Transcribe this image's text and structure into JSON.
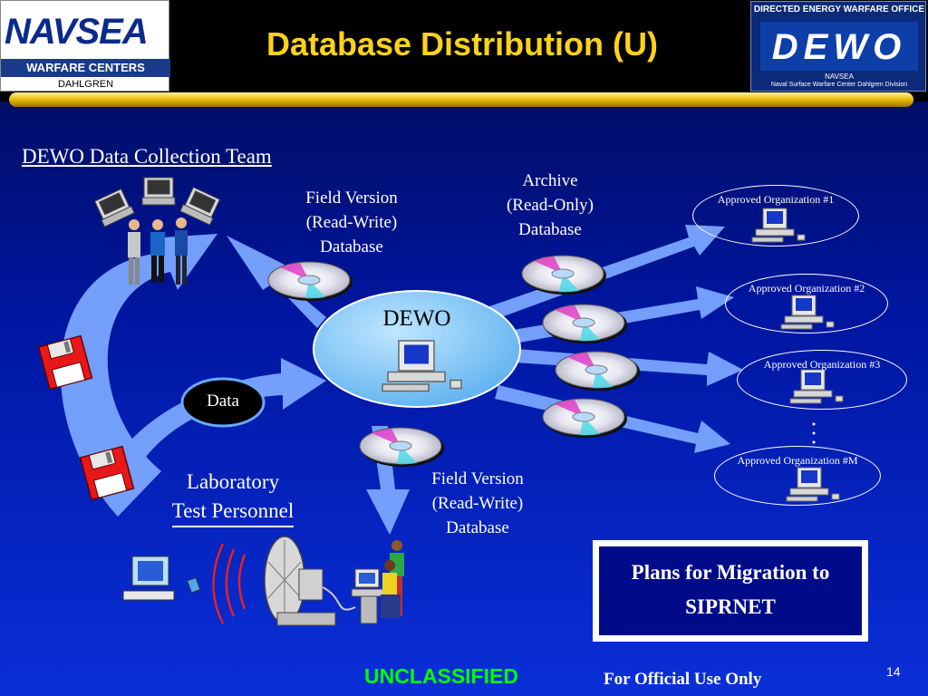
{
  "header": {
    "title": "Database Distribution (U)",
    "navsea_logo": {
      "word": "NAVSEA",
      "band": "WARFARE CENTERS",
      "location": "DAHLGREN"
    },
    "dewo_logo": {
      "office": "DIRECTED ENERGY WARFARE OFFICE",
      "word": "DEWO",
      "navsea": "NAVSEA",
      "division": "Naval Surface Warfare Center Dahlgren Division"
    }
  },
  "diagram": {
    "team_label": "DEWO Data Collection Team",
    "lab_label_line1": "Laboratory",
    "lab_label_line2": "Test Personnel",
    "field_version_top": [
      "Field Version",
      "(Read-Write)",
      "Database"
    ],
    "archive": [
      "Archive",
      "(Read-Only)",
      "Database"
    ],
    "field_version_bottom": [
      "Field Version",
      "(Read-Write)",
      "Database"
    ],
    "hub_label": "DEWO",
    "data_label": "Data",
    "orgs": [
      "Approved Organization #1",
      "Approved Organization #2",
      "Approved Organization #3",
      "Approved Organization #M"
    ],
    "migration": [
      "Plans for Migration to",
      "SIPRNET"
    ]
  },
  "footer": {
    "classification": "UNCLASSIFIED",
    "fouo": "For Official Use Only",
    "page_number": "14"
  },
  "colors": {
    "title": "#ffd21a",
    "classification": "#00ff00",
    "arrow": "#7aa6ff",
    "hub": "#7ec8ff"
  }
}
